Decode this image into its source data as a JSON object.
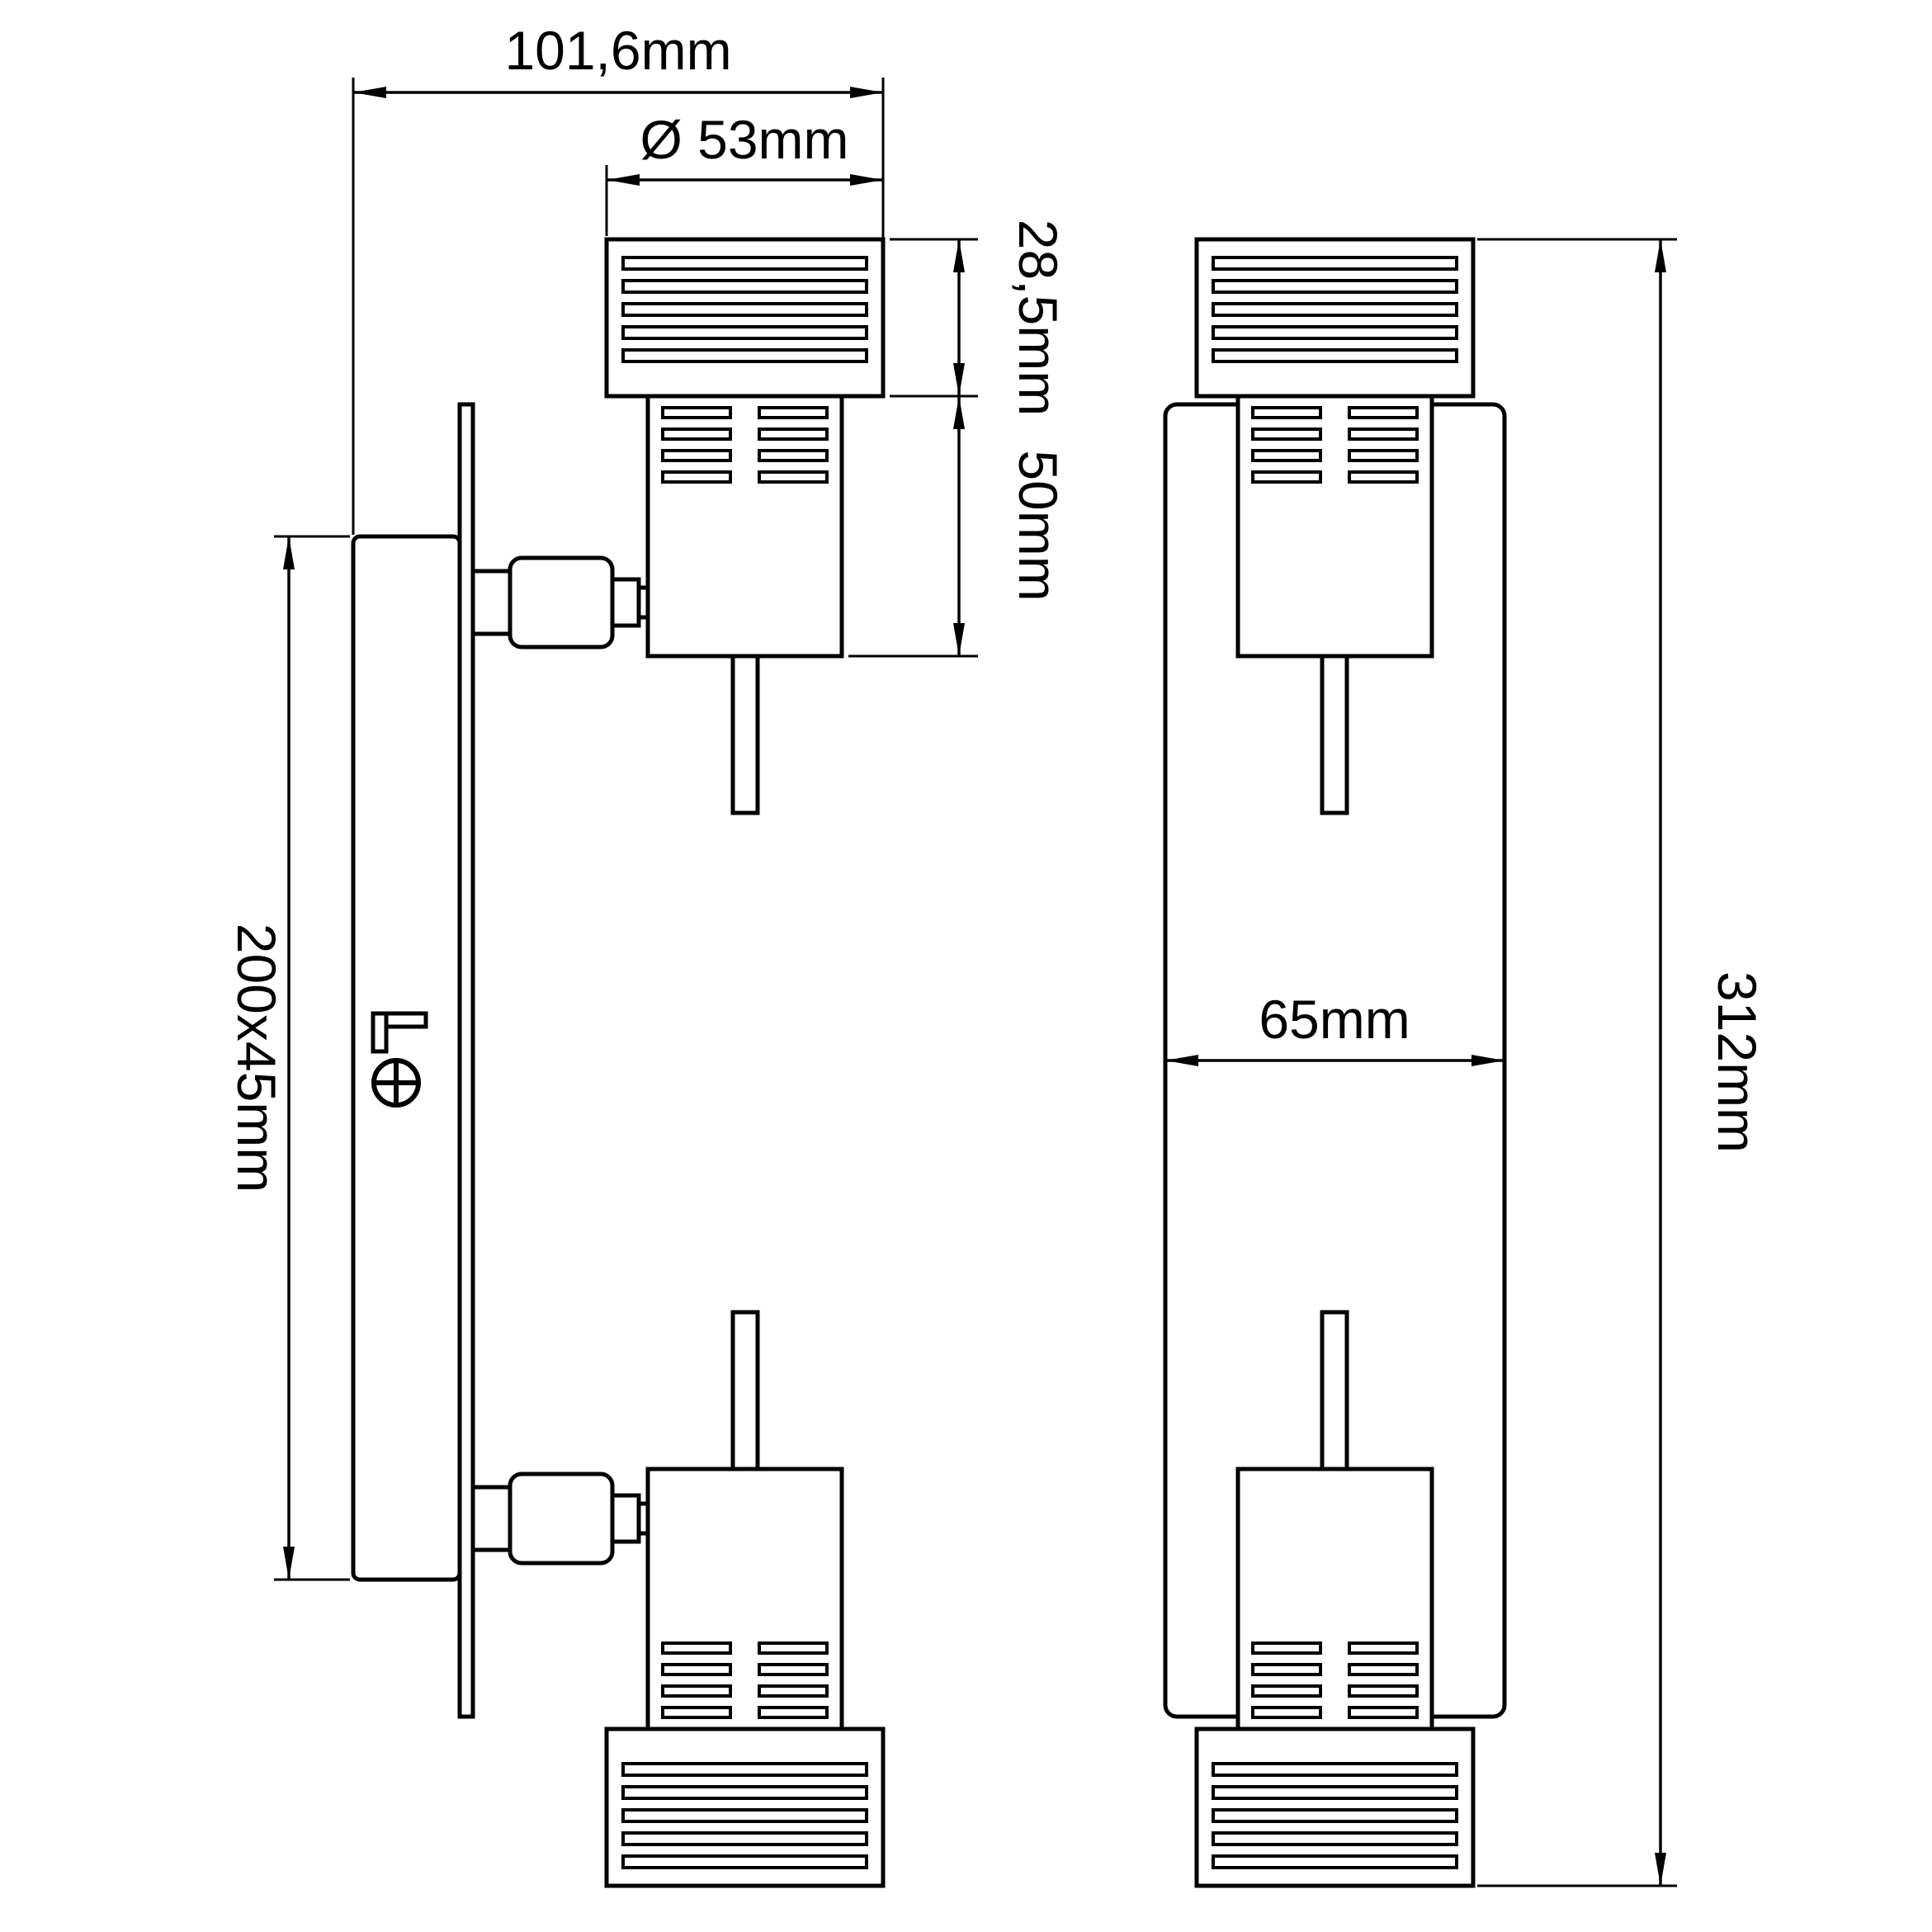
{
  "drawing": {
    "colors": {
      "line": "#000000",
      "background": "#ffffff"
    },
    "labels": {
      "overall_depth": "101,6mm",
      "head_diameter": "Ø 53mm",
      "head_height": "28,5mm",
      "body_height": "50mm",
      "backplate_size": "200x45mm",
      "front_width": "65mm",
      "overall_height": "312mm"
    },
    "values_mm": {
      "overall_depth": 101.6,
      "head_diameter": 53,
      "head_height": 28.5,
      "body_height": 50,
      "backplate_length": 200,
      "backplate_width": 45,
      "front_width": 65,
      "overall_height": 312
    }
  }
}
